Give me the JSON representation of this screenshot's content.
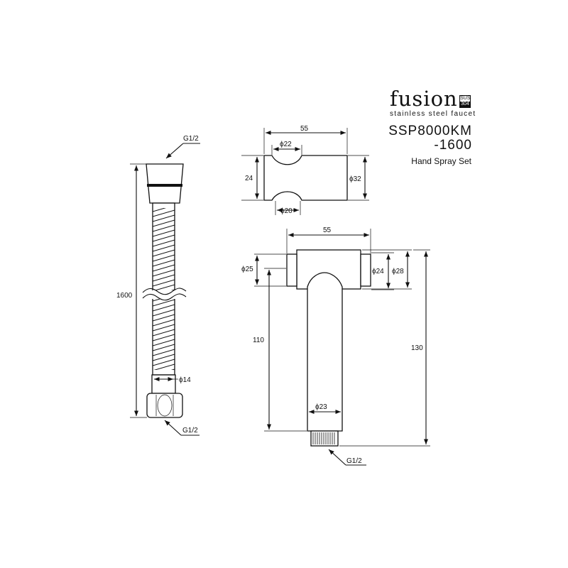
{
  "brand": {
    "name": "fusion",
    "material_top": "SUS",
    "material_bottom": "304",
    "tagline": "stainless steel faucet"
  },
  "product": {
    "model_line1": "SSP8000KM",
    "model_line2": "-1600",
    "name": "Hand Spray Set"
  },
  "hose": {
    "top_thread": "G1/2",
    "length": "1600",
    "diameter": "ϕ14",
    "bottom_thread": "G1/2"
  },
  "holder": {
    "width": "55",
    "top_notch": "ϕ22",
    "height": "24",
    "depth": "ϕ32",
    "bottom_notch": "ϕ20"
  },
  "sprayer": {
    "head_width": "55",
    "outlet_dia": "ϕ25",
    "head_inner_dia": "ϕ24",
    "head_outer_dia": "ϕ28",
    "handle_length": "110",
    "total_length": "130",
    "handle_dia": "ϕ23",
    "thread": "G1/2"
  }
}
